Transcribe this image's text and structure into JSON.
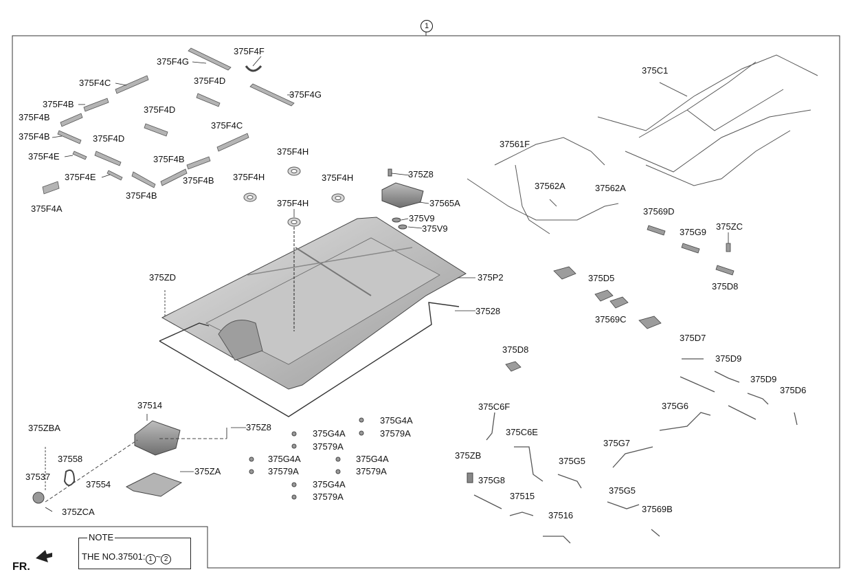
{
  "callout_number": "1",
  "labels": {
    "375F4F": "375F4F",
    "375F4G_a": "375F4G",
    "375F4G_b": "375F4G",
    "375F4C_a": "375F4C",
    "375F4C_b": "375F4C",
    "375F4D_a": "375F4D",
    "375F4D_b": "375F4D",
    "375F4D_c": "375F4D",
    "375F4B_a": "375F4B",
    "375F4B_b": "375F4B",
    "375F4B_c": "375F4B",
    "375F4B_d": "375F4B",
    "375F4B_e": "375F4B",
    "375F4B_f": "375F4B",
    "375F4E_a": "375F4E",
    "375F4E_b": "375F4E",
    "375F4A": "375F4A",
    "375F4H_a": "375F4H",
    "375F4H_b": "375F4H",
    "375F4H_c": "375F4H",
    "375F4H_d": "375F4H",
    "375Z8_a": "375Z8",
    "375Z8_b": "375Z8",
    "37565A": "37565A",
    "375V9_a": "375V9",
    "375V9_b": "375V9",
    "375P2": "375P2",
    "37528": "37528",
    "375ZD": "375ZD",
    "375C1": "375C1",
    "37561F": "37561F",
    "37562A_a": "37562A",
    "37562A_b": "37562A",
    "37569D": "37569D",
    "375ZC": "375ZC",
    "375G9": "375G9",
    "375D8_a": "375D8",
    "375D8_b": "375D8",
    "375D5": "375D5",
    "37569C": "37569C",
    "375D7": "375D7",
    "375D9_a": "375D9",
    "375D9_b": "375D9",
    "375D6": "375D6",
    "375G6": "375G6",
    "375G7": "375G7",
    "375G5_a": "375G5",
    "375G5_b": "375G5",
    "37569B": "37569B",
    "375C6F": "375C6F",
    "375C6E": "375C6E",
    "375ZB": "375ZB",
    "375G8": "375G8",
    "37515": "37515",
    "37516": "37516",
    "37514": "37514",
    "375ZBA": "375ZBA",
    "37558": "37558",
    "37537": "37537",
    "37554": "37554",
    "375ZA": "375ZA",
    "375ZCA": "375ZCA",
    "375G4A_a": "375G4A",
    "375G4A_b": "375G4A",
    "375G4A_c": "375G4A",
    "375G4A_d": "375G4A",
    "375G4A_e": "375G4A",
    "37579A_a": "37579A",
    "37579A_b": "37579A",
    "37579A_c": "37579A",
    "37579A_d": "37579A",
    "37579A_e": "37579A"
  },
  "note": {
    "title": "NOTE",
    "text": "THE NO.37501:",
    "range_start": "1",
    "range_sep": "~",
    "range_end": "2"
  },
  "direction_label": "FR.",
  "colors": {
    "part_fill": "#c8c8c8",
    "part_dark": "#8c8c8c",
    "line": "#222222"
  }
}
